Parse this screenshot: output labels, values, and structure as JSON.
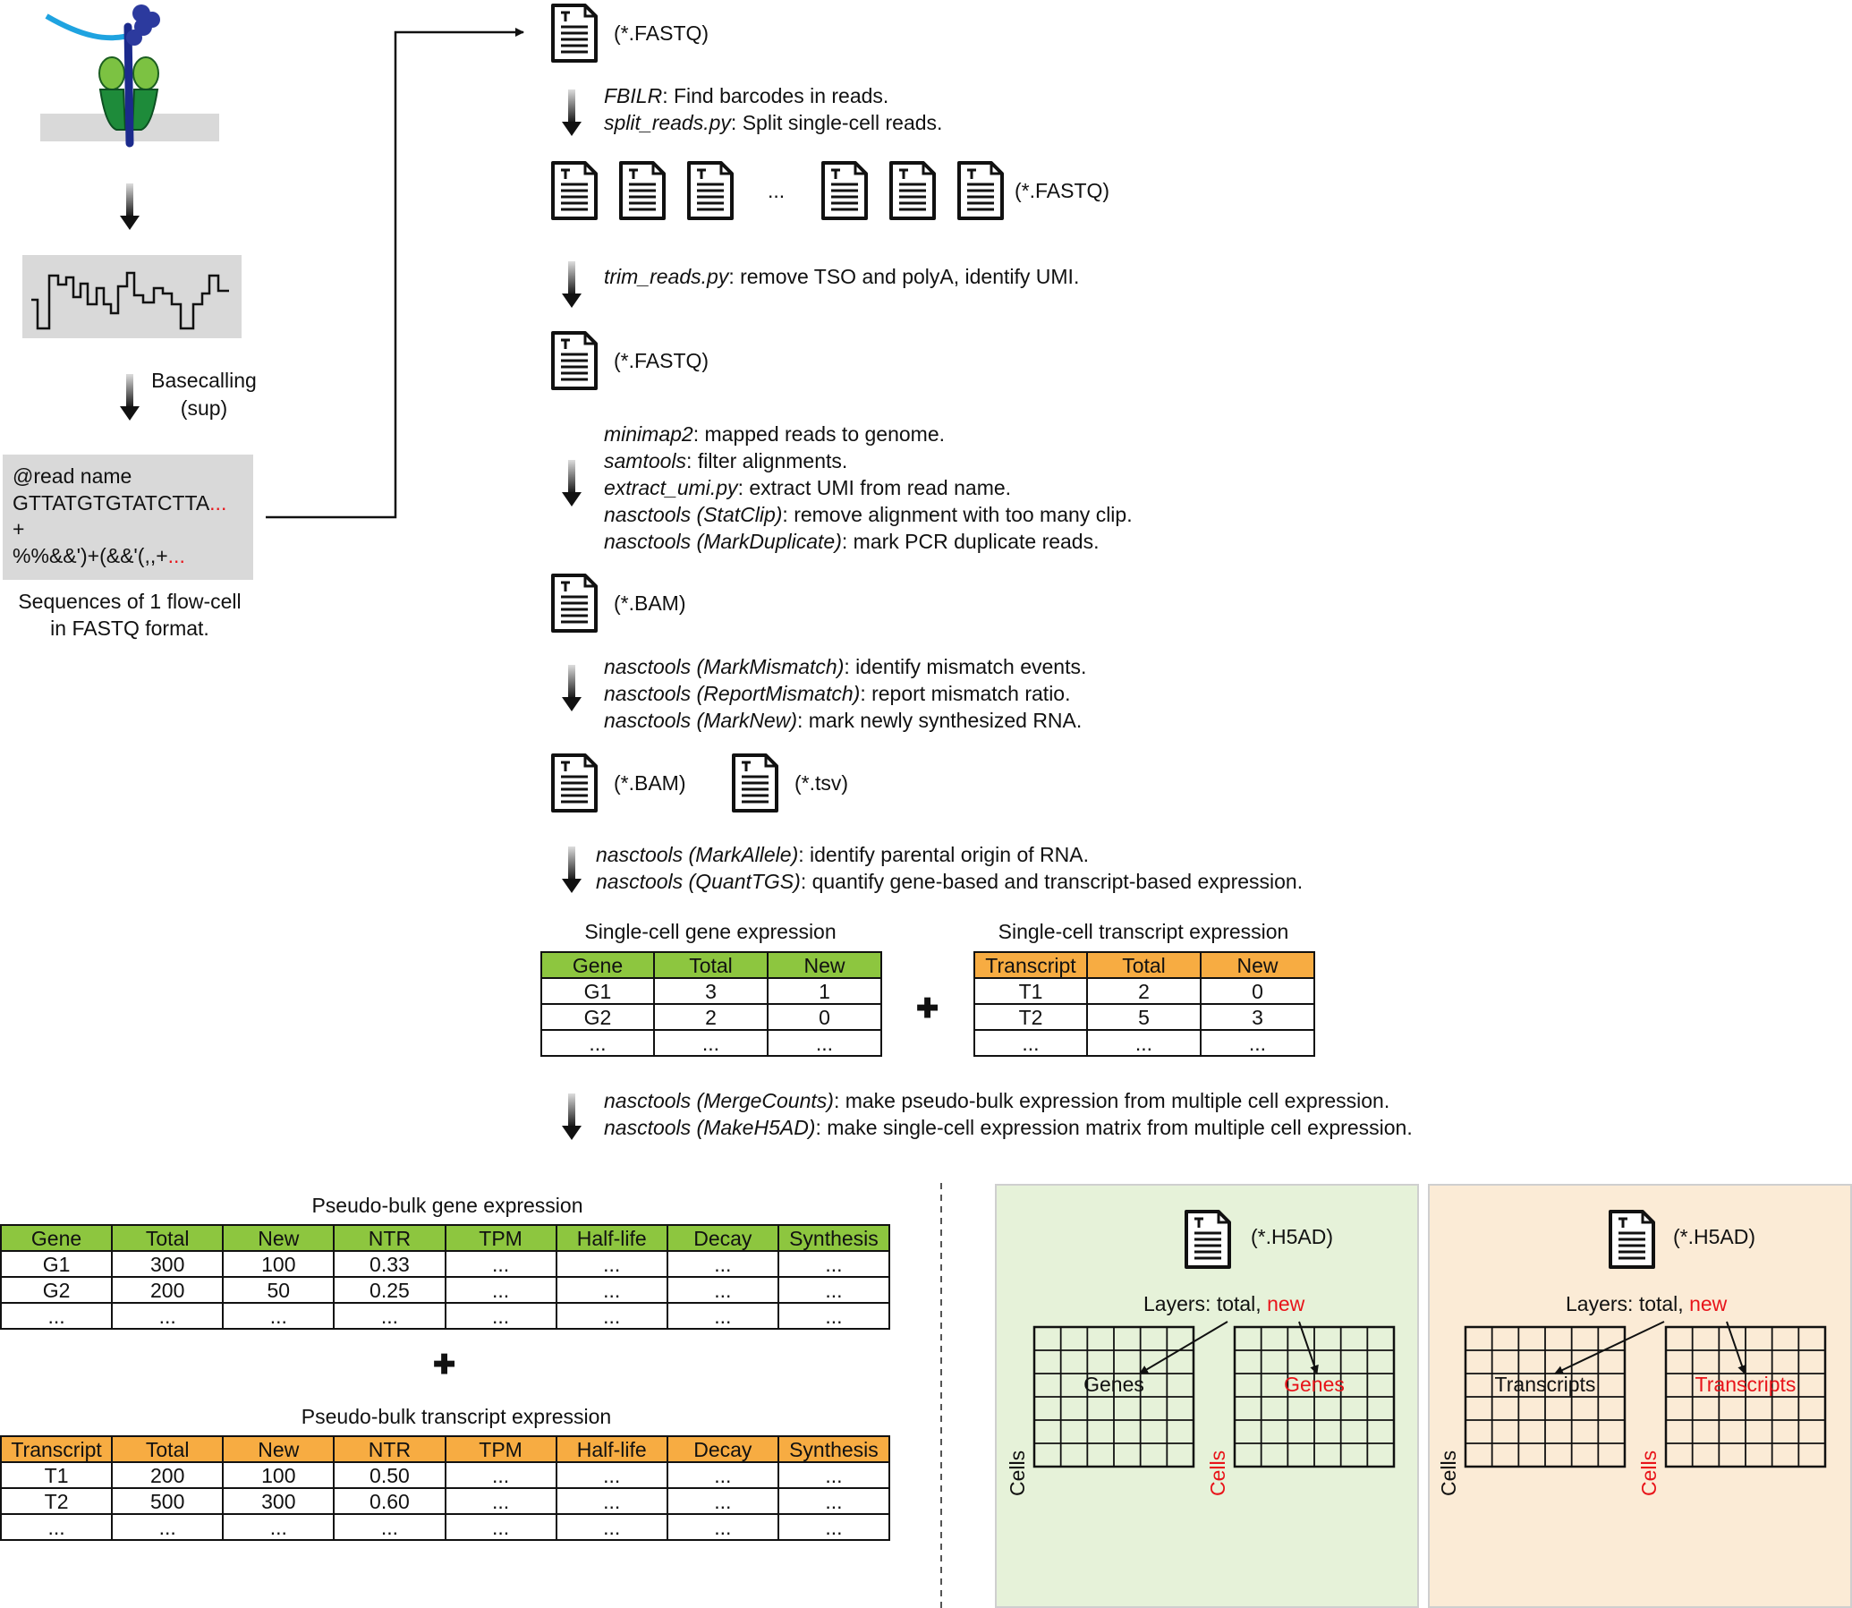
{
  "top_file": "(*.FASTQ)",
  "step1": {
    "tool1": "FBILR",
    "desc1": ": Find barcodes in reads.",
    "tool2": "split_reads.py",
    "desc2": ": Split single-cell reads."
  },
  "split_files": {
    "ellipsis": "...",
    "label": "(*.FASTQ)"
  },
  "step2": {
    "tool": "trim_reads.py",
    "desc": ": remove TSO and polyA, identify UMI."
  },
  "trimmed_file": "(*.FASTQ)",
  "step3": [
    {
      "tool": "minimap2",
      "desc": ": mapped reads to genome."
    },
    {
      "tool": "samtools",
      "desc": ": filter alignments."
    },
    {
      "tool": "extract_umi.py",
      "desc": ": extract UMI from read name."
    },
    {
      "tool": "nasctools (StatClip)",
      "desc": ": remove alignment with too many clip."
    },
    {
      "tool": "nasctools (MarkDuplicate)",
      "desc": ": mark PCR duplicate reads."
    }
  ],
  "bam_file": "(*.BAM)",
  "step4": [
    {
      "tool": "nasctools (MarkMismatch)",
      "desc": ": identify mismatch events."
    },
    {
      "tool": "nasctools (ReportMismatch)",
      "desc": ": report mismatch ratio."
    },
    {
      "tool": "nasctools (MarkNew)",
      "desc": ": mark newly synthesized RNA."
    }
  ],
  "bam_file2": "(*.BAM)",
  "tsv_file": "(*.tsv)",
  "step5": [
    {
      "tool": "nasctools (MarkAllele)",
      "desc": ": identify parental origin of RNA."
    },
    {
      "tool": "nasctools (QuantTGS)",
      "desc": ": quantify gene-based and transcript-based expression."
    }
  ],
  "sc_gene": {
    "title": "Single-cell gene expression",
    "headers": [
      "Gene",
      "Total",
      "New"
    ],
    "rows": [
      [
        "G1",
        "3",
        "1"
      ],
      [
        "G2",
        "2",
        "0"
      ],
      [
        "...",
        "...",
        "..."
      ]
    ]
  },
  "plus": "✚",
  "sc_transcript": {
    "title": "Single-cell transcript expression",
    "headers": [
      "Transcript",
      "Total",
      "New"
    ],
    "rows": [
      [
        "T1",
        "2",
        "0"
      ],
      [
        "T2",
        "5",
        "3"
      ],
      [
        "...",
        "...",
        "..."
      ]
    ]
  },
  "step6": [
    {
      "tool": "nasctools (MergeCounts)",
      "desc": ": make pseudo-bulk expression from multiple cell expression."
    },
    {
      "tool": "nasctools (MakeH5AD)",
      "desc": ": make single-cell expression matrix from multiple cell expression."
    }
  ],
  "left": {
    "basecalling": "Basecalling",
    "sup": "(sup)",
    "read_name": "@read name",
    "seq": "GTTATGTGTATCTTA",
    "seq_dots": "...",
    "plus": "+",
    "qual": "%%&&')+(&&'(,,+",
    "qual_dots": "...",
    "caption1": "Sequences of 1 flow-cell",
    "caption2": "in FASTQ format."
  },
  "pb_gene": {
    "title": "Pseudo-bulk gene expression",
    "headers": [
      "Gene",
      "Total",
      "New",
      "NTR",
      "TPM",
      "Half-life",
      "Decay",
      "Synthesis"
    ],
    "rows": [
      [
        "G1",
        "300",
        "100",
        "0.33",
        "...",
        "...",
        "...",
        "..."
      ],
      [
        "G2",
        "200",
        "50",
        "0.25",
        "...",
        "...",
        "...",
        "..."
      ],
      [
        "...",
        "...",
        "...",
        "...",
        "...",
        "...",
        "...",
        "..."
      ]
    ]
  },
  "pb_transcript": {
    "title": "Pseudo-bulk transcript expression",
    "headers": [
      "Transcript",
      "Total",
      "New",
      "NTR",
      "TPM",
      "Half-life",
      "Decay",
      "Synthesis"
    ],
    "rows": [
      [
        "T1",
        "200",
        "100",
        "0.50",
        "...",
        "...",
        "...",
        "..."
      ],
      [
        "T2",
        "500",
        "300",
        "0.60",
        "...",
        "...",
        "...",
        "..."
      ],
      [
        "...",
        "...",
        "...",
        "...",
        "...",
        "...",
        "...",
        "..."
      ]
    ]
  },
  "h5ad_gene": {
    "file": "(*.H5AD)",
    "layers": "Layers: total, ",
    "layers_new": "new",
    "m1": "Genes",
    "m2": "Genes",
    "axis1": "Cells",
    "axis2": "Cells"
  },
  "h5ad_transcript": {
    "file": "(*.H5AD)",
    "layers": "Layers: total, ",
    "layers_new": "new",
    "m1": "Transcripts",
    "m2": "Transcripts",
    "axis1": "Cells",
    "axis2": "Cells"
  },
  "colors": {
    "green_header": "#8dc63f",
    "orange_header": "#f7ac42",
    "highlight": "#e8141a",
    "panel_green": "#e6f2d9",
    "panel_orange": "#fbebd6"
  }
}
